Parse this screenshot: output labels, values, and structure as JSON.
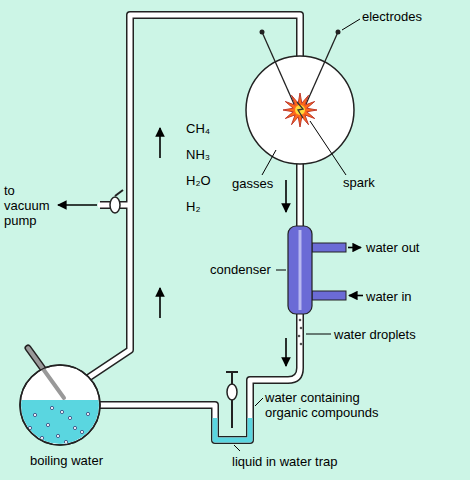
{
  "diagram": {
    "labels": [
      "electrodes",
      "CH₄",
      "NH₃",
      "H₂O",
      "H₂",
      "gasses",
      "spark",
      "to vacuum pump",
      "water out",
      "water in",
      "condenser",
      "water droplets",
      "water containing organic compounds",
      "boiling water",
      "liquid in water trap"
    ]
  }
}
